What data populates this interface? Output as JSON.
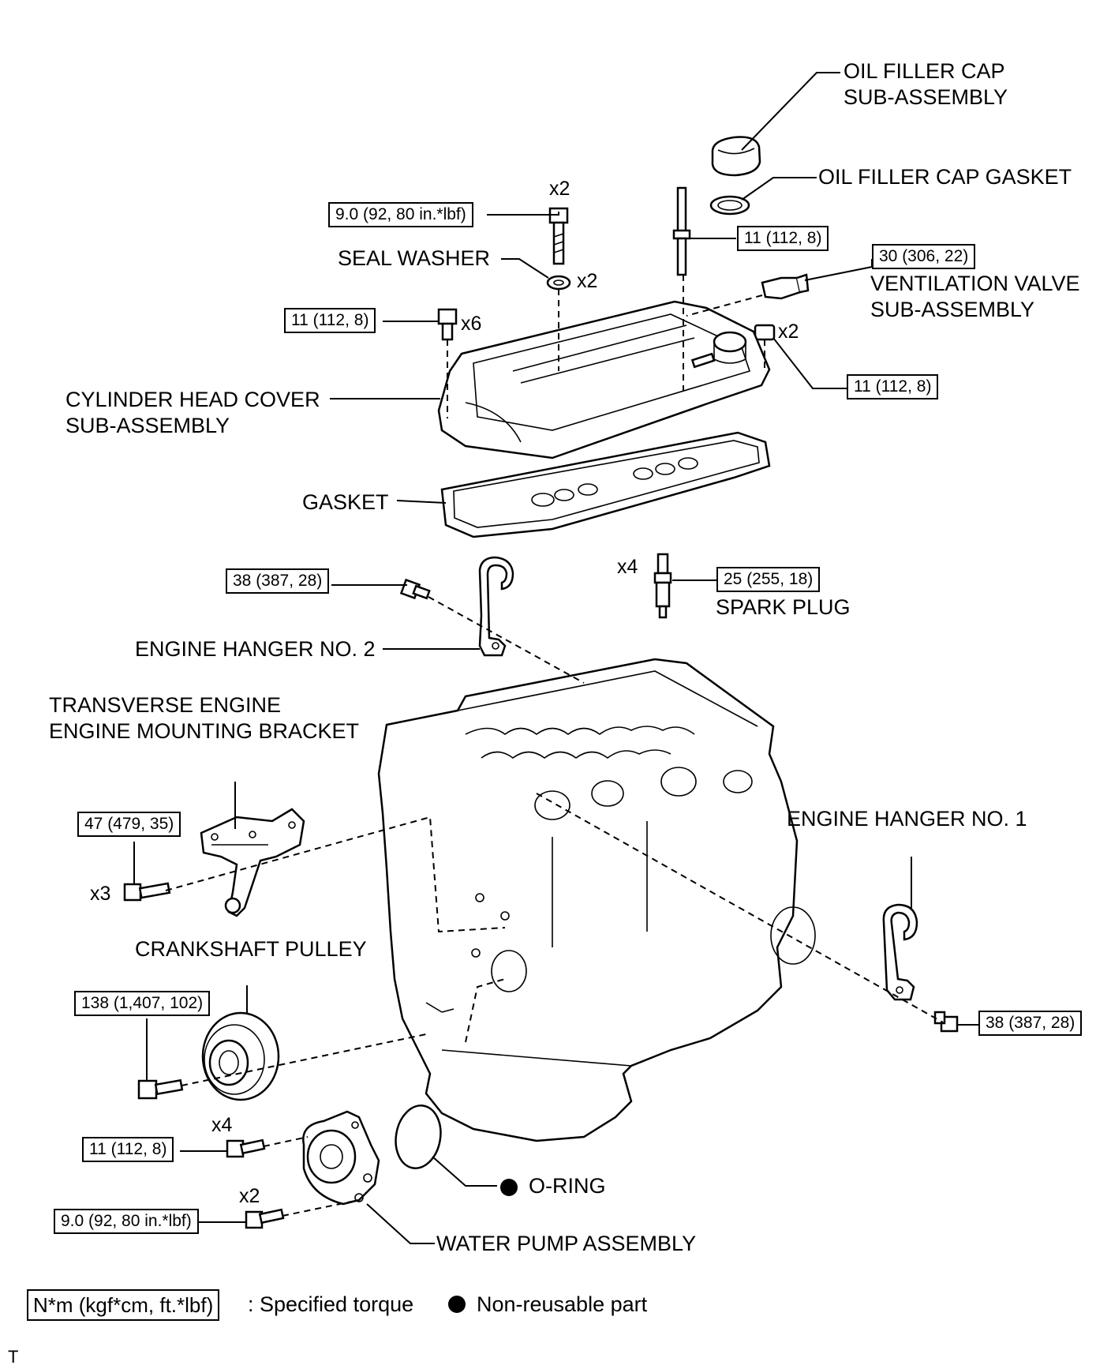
{
  "labels": {
    "oil_filler_cap": "OIL FILLER CAP\nSUB-ASSEMBLY",
    "oil_filler_cap_gasket": "OIL FILLER CAP GASKET",
    "seal_washer": "SEAL WASHER",
    "ventilation_valve": "VENTILATION VALVE\nSUB-ASSEMBLY",
    "cylinder_head_cover": "CYLINDER HEAD COVER\nSUB-ASSEMBLY",
    "gasket": "GASKET",
    "spark_plug": "SPARK PLUG",
    "engine_hanger_2": "ENGINE HANGER NO. 2",
    "engine_mounting_bracket": "TRANSVERSE ENGINE\nENGINE MOUNTING BRACKET",
    "engine_hanger_1": "ENGINE HANGER NO. 1",
    "crankshaft_pulley": "CRANKSHAFT PULLEY",
    "o_ring": "O-RING",
    "water_pump": "WATER PUMP ASSEMBLY"
  },
  "torques": {
    "cover_stud_bolt": "9.0 (92, 80 in.*lbf)",
    "stud": "11 (112, 8)",
    "ventilation_valve": "30 (306, 22)",
    "cover_bolts_x6": "11 (112, 8)",
    "cover_nuts_x2": "11 (112, 8)",
    "hanger_2_bolt": "38 (387, 28)",
    "spark_plug": "25 (255, 18)",
    "bracket_bolts": "47 (479, 35)",
    "pulley_bolt": "138 (1,407, 102)",
    "water_pump_bolts_x4": "11 (112, 8)",
    "water_pump_bolts_x2": "9.0 (92, 80 in.*lbf)",
    "hanger_1_bolt": "38 (387, 28)"
  },
  "quantities": {
    "cover_stud_bolt": "x2",
    "seal_washer": "x2",
    "cover_bolts": "x6",
    "cover_nuts": "x2",
    "spark_plug": "x4",
    "bracket_bolts": "x3",
    "water_pump_4": "x4",
    "water_pump_2": "x2"
  },
  "legend": {
    "torque_unit": "N*m (kgf*cm, ft.*lbf)",
    "torque_text": ": Specified torque",
    "nonreusable_text": "Non-reusable part"
  },
  "corner_mark": "T"
}
